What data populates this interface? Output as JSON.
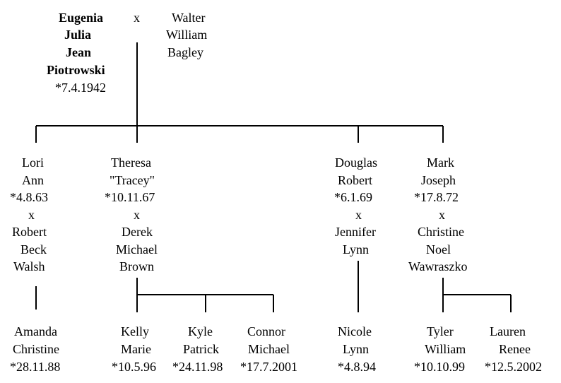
{
  "root": {
    "mother": [
      "Eugenia",
      "Julia",
      "Jean",
      "Piotrowski"
    ],
    "mother_birth": "*7.4.1942",
    "marriage_mark": "x",
    "father": [
      "Walter",
      "William",
      "Bagley"
    ]
  },
  "children": [
    {
      "name": [
        "Lori",
        "Ann"
      ],
      "birth": "*4.8.63",
      "marriage_mark": "x",
      "spouse": [
        "Robert",
        "Beck",
        "Walsh"
      ]
    },
    {
      "name": [
        "Theresa",
        "\"Tracey\""
      ],
      "birth": "*10.11.67",
      "marriage_mark": "x",
      "spouse": [
        "Derek",
        "Michael",
        "Brown"
      ]
    },
    {
      "name": [
        "Douglas",
        "Robert"
      ],
      "birth": "*6.1.69",
      "marriage_mark": "x",
      "spouse": [
        "Jennifer",
        "Lynn"
      ]
    },
    {
      "name": [
        "Mark",
        "Joseph"
      ],
      "birth": "*17.8.72",
      "marriage_mark": "x",
      "spouse": [
        "Christine",
        "Noel",
        "Wawraszko"
      ]
    }
  ],
  "grandchildren": [
    {
      "name": [
        "Amanda",
        "Christine"
      ],
      "birth": "*28.11.88"
    },
    {
      "name": [
        "Kelly",
        "Marie"
      ],
      "birth": "*10.5.96"
    },
    {
      "name": [
        "Kyle",
        "Patrick"
      ],
      "birth": "*24.11.98"
    },
    {
      "name": [
        "Connor",
        "Michael"
      ],
      "birth": "*17.7.2001"
    },
    {
      "name": [
        "Nicole",
        "Lynn"
      ],
      "birth": "*4.8.94"
    },
    {
      "name": [
        "Tyler",
        "William"
      ],
      "birth": "*10.10.99"
    },
    {
      "name": [
        "Lauren",
        "Renee"
      ],
      "birth": "*12.5.2002"
    }
  ]
}
